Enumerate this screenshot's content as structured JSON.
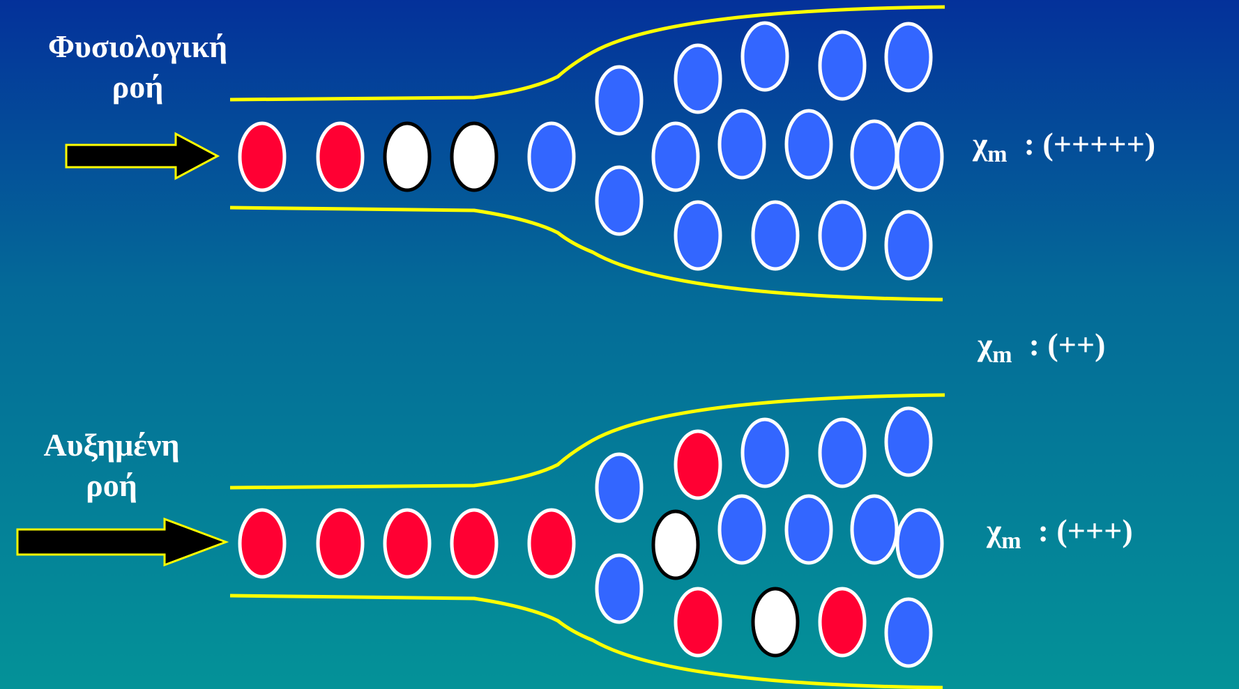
{
  "colors": {
    "red": "#ff0033",
    "blue": "#3366ff",
    "white": "#ffffff",
    "wall": "#ffff00",
    "arrow": "#000000"
  },
  "top_panel": {
    "label_line1": "Φυσιολογική",
    "label_line2": "ροή",
    "chi_symbol": "χ",
    "chi_subscript": "m",
    "chi_value": ": (+++++)",
    "cells": [
      {
        "color": "red",
        "outline": "white"
      },
      {
        "color": "red",
        "outline": "white"
      },
      {
        "color": "white",
        "outline": "black"
      },
      {
        "color": "white",
        "outline": "black"
      },
      {
        "color": "blue",
        "outline": "white"
      },
      {
        "color": "blue",
        "outline": "white"
      },
      {
        "color": "blue",
        "outline": "white"
      },
      {
        "color": "blue",
        "outline": "white"
      },
      {
        "color": "blue",
        "outline": "white"
      },
      {
        "color": "blue",
        "outline": "white"
      },
      {
        "color": "blue",
        "outline": "white"
      },
      {
        "color": "blue",
        "outline": "white"
      },
      {
        "color": "blue",
        "outline": "white"
      },
      {
        "color": "blue",
        "outline": "white"
      },
      {
        "color": "blue",
        "outline": "white"
      },
      {
        "color": "blue",
        "outline": "white"
      },
      {
        "color": "blue",
        "outline": "white"
      },
      {
        "color": "blue",
        "outline": "white"
      },
      {
        "color": "blue",
        "outline": "white"
      },
      {
        "color": "blue",
        "outline": "white"
      },
      {
        "color": "blue",
        "outline": "white"
      },
      {
        "color": "blue",
        "outline": "white"
      }
    ]
  },
  "middle": {
    "chi_symbol": "χ",
    "chi_subscript": "m",
    "chi_value": ": (++)"
  },
  "bottom_panel": {
    "label_line1": "Αυξημένη",
    "label_line2": "ροή",
    "chi_symbol": "χ",
    "chi_subscript": "m",
    "chi_value": ": (+++)",
    "cells": [
      {
        "color": "red",
        "outline": "white"
      },
      {
        "color": "red",
        "outline": "white"
      },
      {
        "color": "red",
        "outline": "white"
      },
      {
        "color": "red",
        "outline": "white"
      },
      {
        "color": "red",
        "outline": "white"
      },
      {
        "color": "blue",
        "outline": "white"
      },
      {
        "color": "blue",
        "outline": "white"
      },
      {
        "color": "white",
        "outline": "black"
      },
      {
        "color": "red",
        "outline": "white"
      },
      {
        "color": "blue",
        "outline": "white"
      },
      {
        "color": "blue",
        "outline": "white"
      },
      {
        "color": "blue",
        "outline": "white"
      },
      {
        "color": "blue",
        "outline": "white"
      },
      {
        "color": "red",
        "outline": "white"
      },
      {
        "color": "blue",
        "outline": "white"
      },
      {
        "color": "red",
        "outline": "white"
      },
      {
        "color": "blue",
        "outline": "white"
      },
      {
        "color": "white",
        "outline": "black"
      },
      {
        "color": "blue",
        "outline": "white"
      },
      {
        "color": "blue",
        "outline": "white"
      },
      {
        "color": "blue",
        "outline": "white"
      },
      {
        "color": "red",
        "outline": "white"
      }
    ]
  }
}
